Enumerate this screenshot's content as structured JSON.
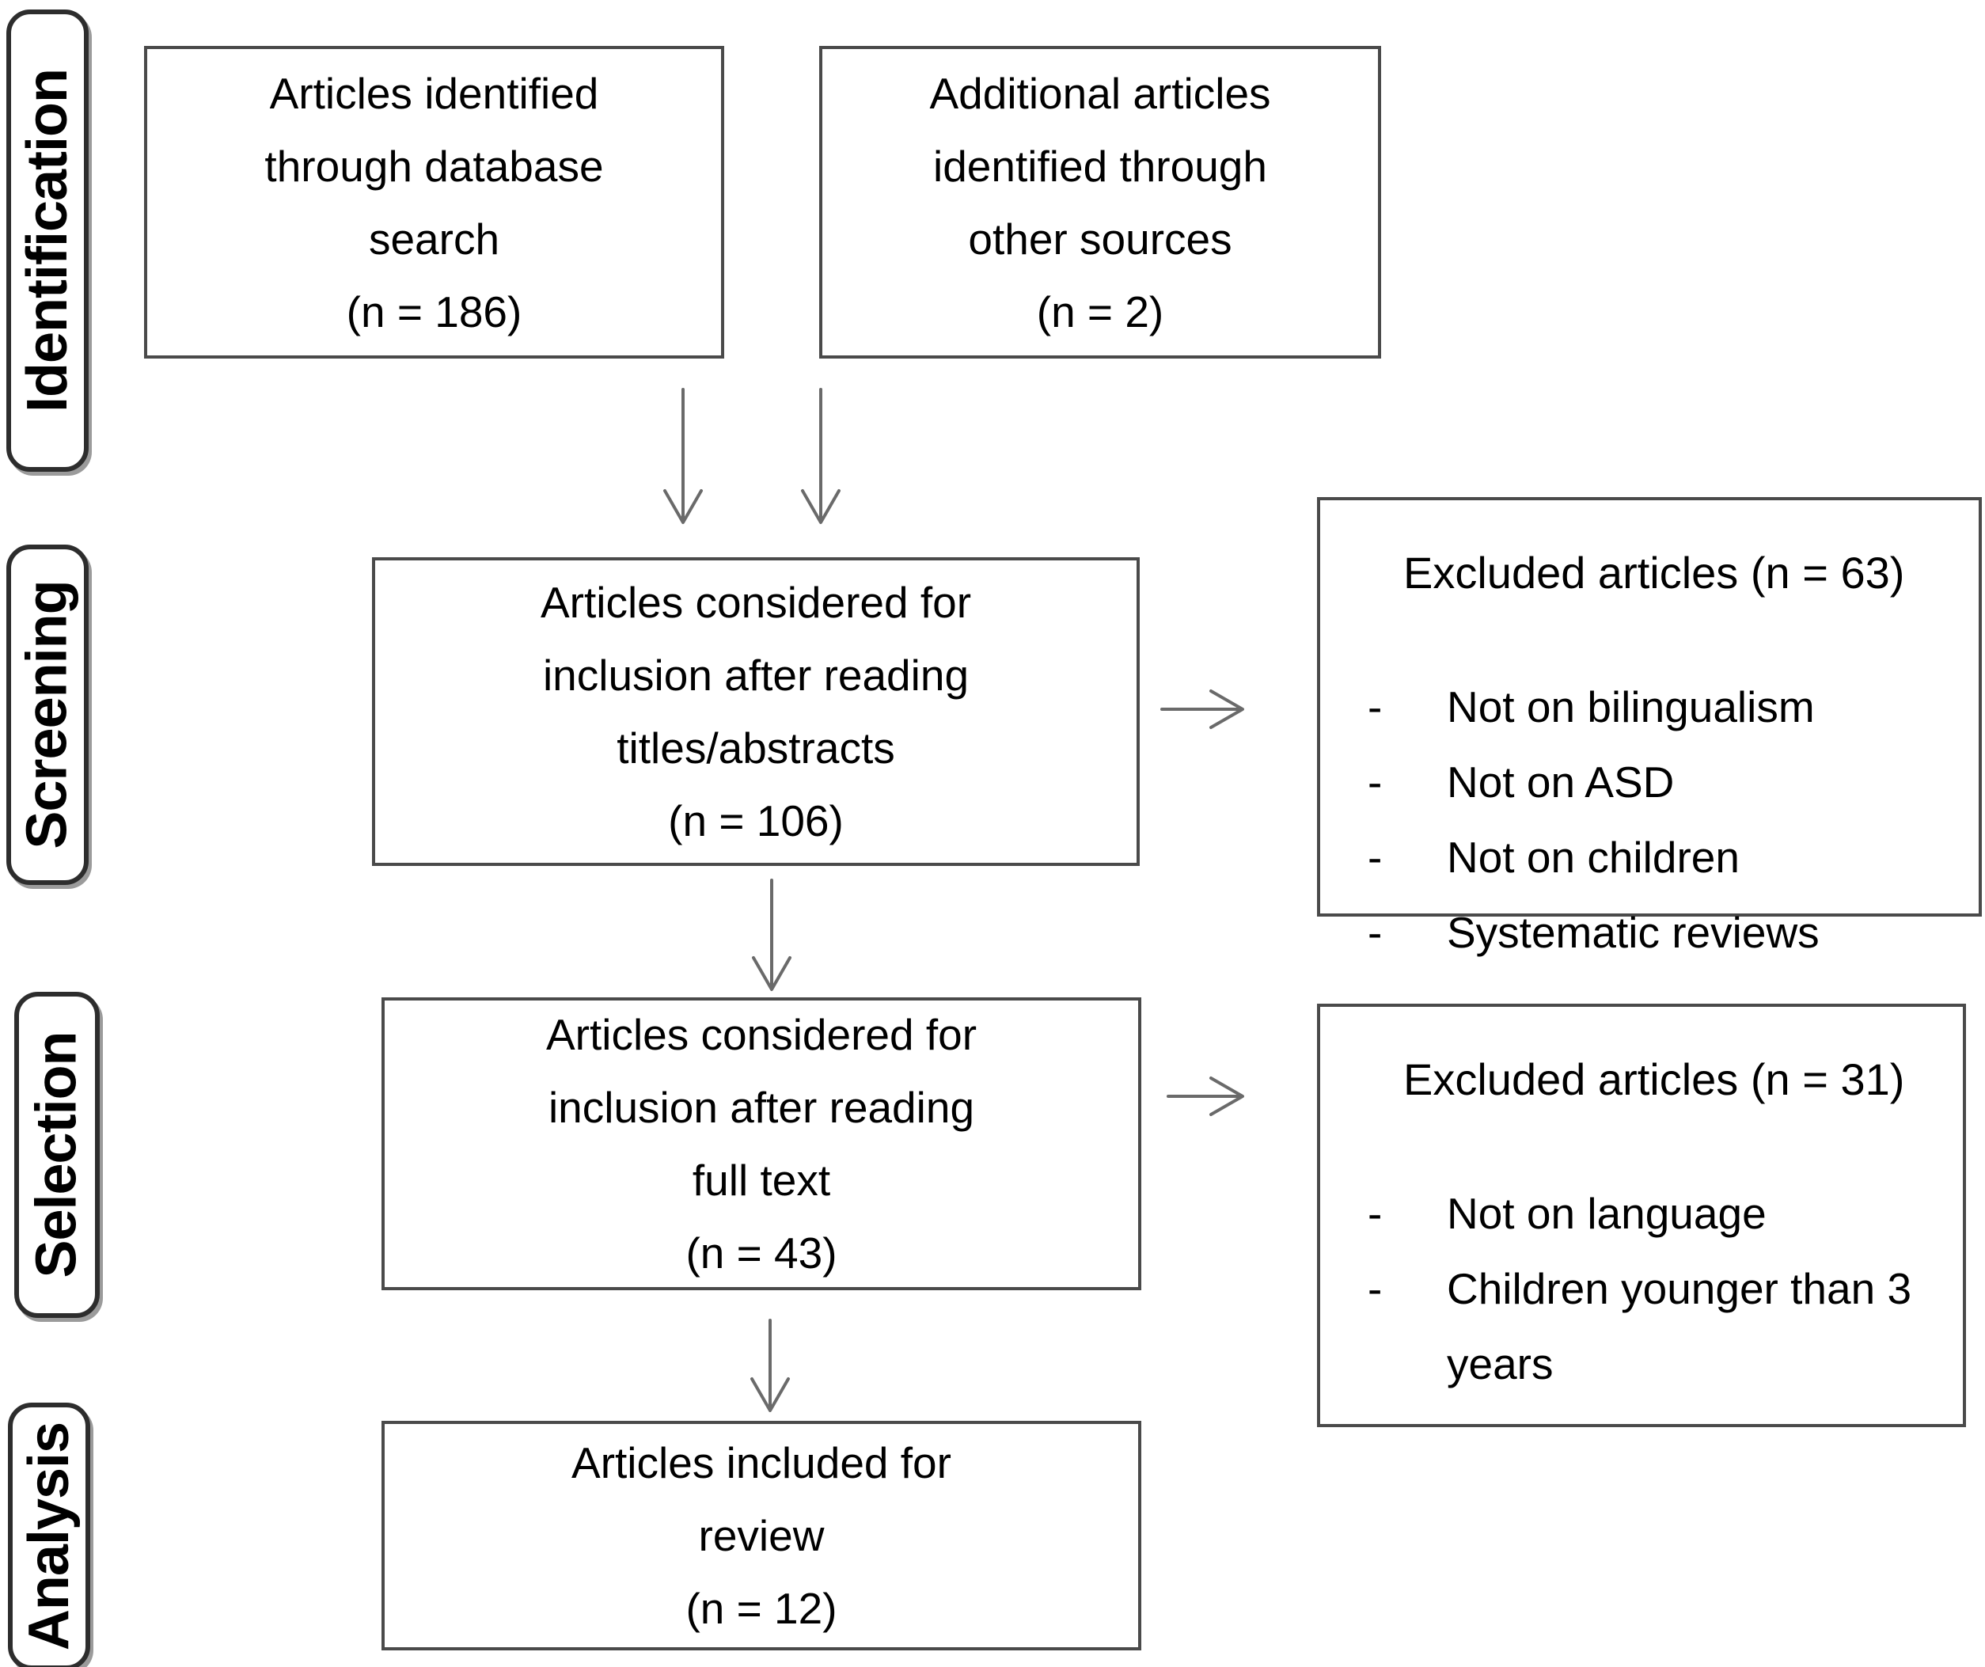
{
  "diagram": {
    "stages": [
      {
        "id": "identification",
        "label": "Identification"
      },
      {
        "id": "screening",
        "label": "Screening"
      },
      {
        "id": "selection",
        "label": "Selection"
      },
      {
        "id": "analysis",
        "label": "Analysis"
      }
    ],
    "boxes": {
      "database_search": {
        "lines": [
          "Articles identified",
          "through database",
          "search",
          "(n = 186)"
        ]
      },
      "other_sources": {
        "lines": [
          "Additional articles",
          "identified through",
          "other sources",
          "(n = 2)"
        ]
      },
      "title_abstract_screening": {
        "lines": [
          "Articles considered for",
          "inclusion after reading",
          "titles/abstracts",
          "(n = 106)"
        ]
      },
      "excluded_screening": {
        "title": "Excluded articles (n = 63)",
        "bullet": "-",
        "items": [
          "Not on bilingualism",
          "Not on ASD",
          "Not on children",
          "Systematic reviews"
        ]
      },
      "full_text_review": {
        "lines": [
          "Articles considered for",
          "inclusion after reading",
          "full text",
          "(n = 43)"
        ]
      },
      "excluded_full_text": {
        "title": "Excluded articles (n = 31)",
        "bullet": "-",
        "items": [
          "Not on language",
          "Children younger than 3 years"
        ]
      },
      "included_review": {
        "lines": [
          "Articles included for",
          "review",
          "(n = 12)"
        ]
      }
    },
    "colors": {
      "box_border": "#4a4a4a",
      "stage_border": "#2d2d2d",
      "arrow": "#6a6a6a",
      "text": "#000000",
      "background": "#ffffff"
    }
  }
}
